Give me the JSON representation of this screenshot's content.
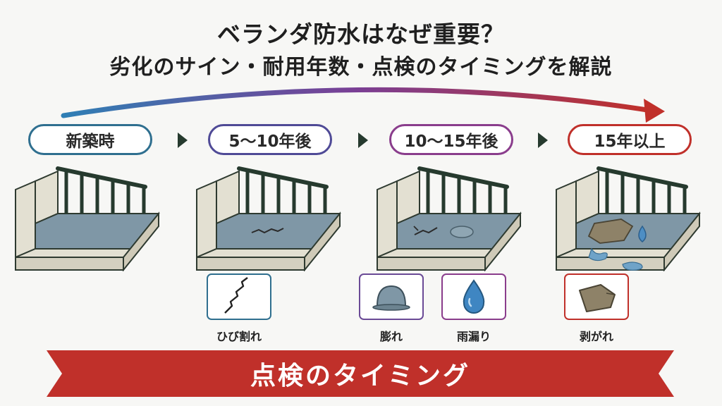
{
  "title": {
    "line1": "ベランダ防水はなぜ重要？",
    "line2": "劣化のサイン・耐用年数・点検のタイミングを解説"
  },
  "stages": [
    {
      "label": "新築時",
      "color": "#2f6f8f"
    },
    {
      "label": "5〜10年後",
      "color": "#4f4a96"
    },
    {
      "label": "10〜15年後",
      "color": "#8a3d8c"
    },
    {
      "label": "15年以上",
      "color": "#c0302a"
    }
  ],
  "signs": [
    {
      "label": "ひび割れ",
      "icon": "crack-icon",
      "color": "#2f6f8f"
    },
    {
      "label": "膨れ",
      "icon": "blister-icon",
      "color": "#6a4a96"
    },
    {
      "label": "雨漏り",
      "icon": "water-drop-icon",
      "color": "#8a3d8c"
    },
    {
      "label": "剥がれ",
      "icon": "peeling-icon",
      "color": "#c0302a"
    }
  ],
  "banner": {
    "text": "点検のタイミング",
    "color": "#c0302a"
  },
  "colors": {
    "arrow_start": "#2f7fb5",
    "arrow_mid": "#7a3f95",
    "arrow_end": "#c0302a",
    "railing": "#263a2e",
    "floor": "#7f97a6",
    "wall": "#e3e0d2"
  }
}
